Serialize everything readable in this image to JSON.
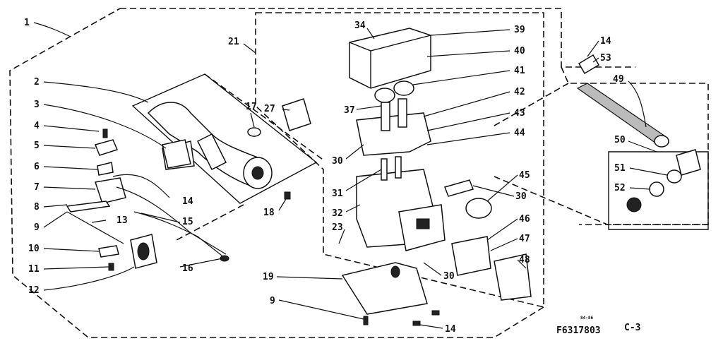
{
  "callouts": [
    {
      "id": "1",
      "text": "1"
    },
    {
      "id": "2",
      "text": "2"
    },
    {
      "id": "3",
      "text": "3"
    },
    {
      "id": "4",
      "text": "4"
    },
    {
      "id": "5",
      "text": "5"
    },
    {
      "id": "6",
      "text": "6"
    },
    {
      "id": "7",
      "text": "7"
    },
    {
      "id": "8",
      "text": "8"
    },
    {
      "id": "9a",
      "text": "9"
    },
    {
      "id": "10",
      "text": "10"
    },
    {
      "id": "11",
      "text": "11"
    },
    {
      "id": "12",
      "text": "12"
    },
    {
      "id": "13",
      "text": "13"
    },
    {
      "id": "14a",
      "text": "14"
    },
    {
      "id": "15",
      "text": "15"
    },
    {
      "id": "16",
      "text": "16"
    },
    {
      "id": "17",
      "text": "17"
    },
    {
      "id": "18",
      "text": "18"
    },
    {
      "id": "19",
      "text": "19"
    },
    {
      "id": "9b",
      "text": "9"
    },
    {
      "id": "21",
      "text": "21"
    },
    {
      "id": "27",
      "text": "27"
    },
    {
      "id": "34",
      "text": "34"
    },
    {
      "id": "37",
      "text": "37"
    },
    {
      "id": "39",
      "text": "39"
    },
    {
      "id": "40",
      "text": "40"
    },
    {
      "id": "41",
      "text": "41"
    },
    {
      "id": "42",
      "text": "42"
    },
    {
      "id": "43",
      "text": "43"
    },
    {
      "id": "44",
      "text": "44"
    },
    {
      "id": "30a",
      "text": "30"
    },
    {
      "id": "31",
      "text": "31"
    },
    {
      "id": "32",
      "text": "32"
    },
    {
      "id": "23",
      "text": "23"
    },
    {
      "id": "45",
      "text": "45"
    },
    {
      "id": "30b",
      "text": "30"
    },
    {
      "id": "46",
      "text": "46"
    },
    {
      "id": "47",
      "text": "47"
    },
    {
      "id": "48",
      "text": "48"
    },
    {
      "id": "30c",
      "text": "30"
    },
    {
      "id": "14b",
      "text": "14"
    },
    {
      "id": "14c",
      "text": "14"
    },
    {
      "id": "53",
      "text": "53"
    },
    {
      "id": "49",
      "text": "49"
    },
    {
      "id": "50",
      "text": "50"
    },
    {
      "id": "51",
      "text": "51"
    },
    {
      "id": "52",
      "text": "52"
    }
  ],
  "footer": {
    "small_mark": "84-86",
    "diagram_code": "F6317803",
    "sheet": "C-3"
  }
}
